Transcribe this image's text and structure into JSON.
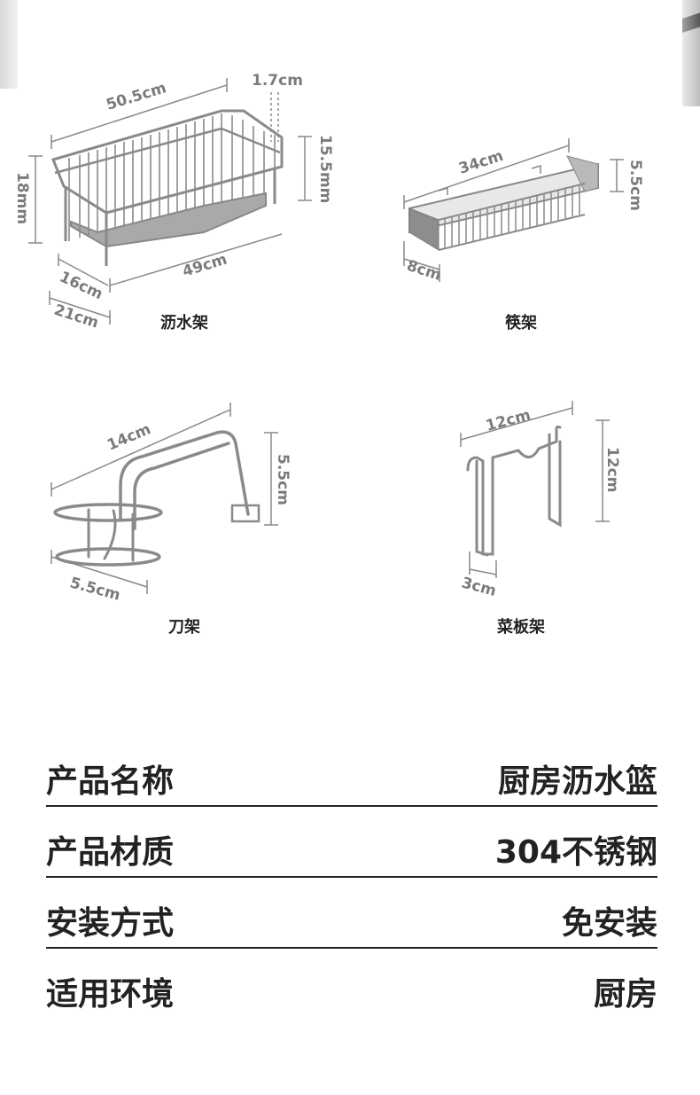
{
  "products": [
    {
      "caption": "沥水架",
      "dims": [
        "50.5cm",
        "1.7cm",
        "15.5mm",
        "18mm",
        "49cm",
        "16cm",
        "21cm"
      ]
    },
    {
      "caption": "筷架",
      "dims": [
        "34cm",
        "5.5cm",
        "8cm"
      ]
    },
    {
      "caption": "刀架",
      "dims": [
        "14cm",
        "5.5cm",
        "5.5cm"
      ]
    },
    {
      "caption": "菜板架",
      "dims": [
        "12cm",
        "12cm",
        "3cm"
      ]
    }
  ],
  "specs": [
    {
      "label": "产品名称",
      "value": "厨房沥水篮"
    },
    {
      "label": "产品材质",
      "value": "304不锈钢"
    },
    {
      "label": "安装方式",
      "value": "免安装"
    },
    {
      "label": "适用环境",
      "value": "厨房"
    }
  ],
  "colors": {
    "dimension_text": "#7b7b7b",
    "metal": "#8a8a8a",
    "tray": "#a9a9a9"
  }
}
